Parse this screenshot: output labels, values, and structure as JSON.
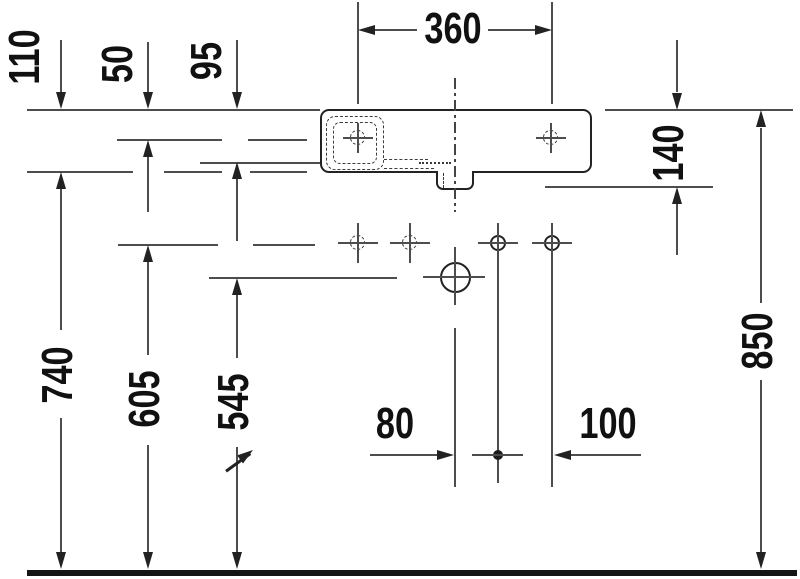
{
  "drawing": {
    "kind": "technical-dimension-drawing",
    "colors": {
      "background": "#ffffff",
      "thin_line": "#4d4d4d",
      "bold_line": "#222222",
      "text": "#111111",
      "floor": "#151515"
    },
    "labels": {
      "d360": "360",
      "d110": "110",
      "d50": "50",
      "d95": "95",
      "d140": "140",
      "d740": "740",
      "d605": "605",
      "d545": "545",
      "d80": "80",
      "d100": "100",
      "d850": "850"
    }
  }
}
